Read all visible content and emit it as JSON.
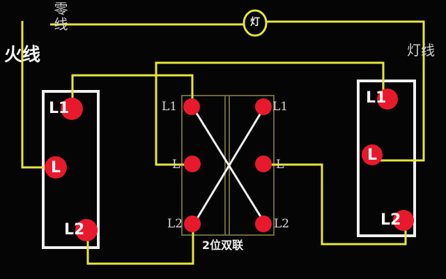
{
  "labels": {
    "neutral_line": "零线",
    "live_line": "火线",
    "lamp": "灯",
    "lamp_line": "灯线",
    "double_switch_caption": "2位双联"
  },
  "left_switch": {
    "terminals": [
      {
        "id": "L1",
        "letter": "L",
        "num": "1"
      },
      {
        "id": "L",
        "letter": "L",
        "num": ""
      },
      {
        "id": "L2",
        "letter": "L",
        "num": "2"
      }
    ]
  },
  "middle_switch": {
    "left_column": [
      "L1",
      "L",
      "L2"
    ],
    "right_column": [
      "L1",
      "L",
      "L2"
    ]
  },
  "right_switch": {
    "terminals": [
      {
        "id": "L1",
        "letter": "L",
        "num": "1"
      },
      {
        "id": "L",
        "letter": "L",
        "num": ""
      },
      {
        "id": "L2",
        "letter": "L",
        "num": "2"
      }
    ]
  },
  "colors": {
    "background": "#050505",
    "wire": "#e6e63c",
    "terminal": "#e8192c",
    "switch_frame": "#f0f0f0",
    "double_switch_frame": "#6e6a3a",
    "cross_wire": "#f2f2f2"
  }
}
